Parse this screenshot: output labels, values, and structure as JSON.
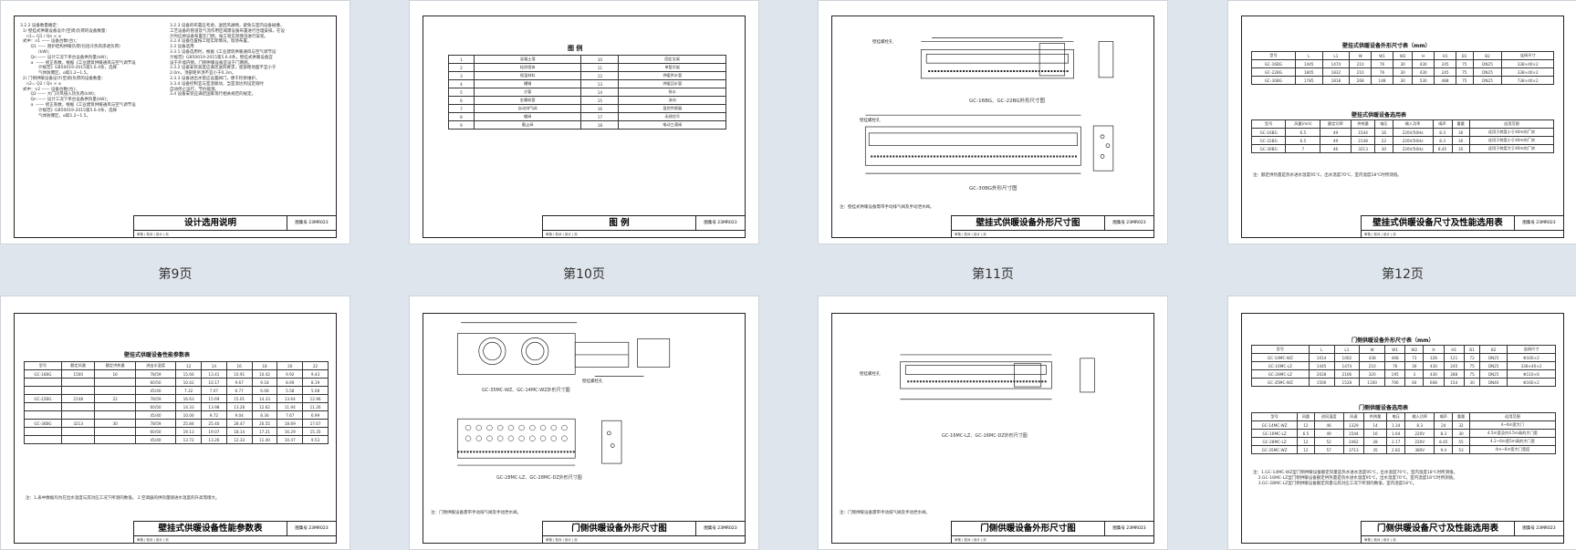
{
  "labels": [
    "第9页",
    "第10页",
    "第11页",
    "第12页"
  ],
  "pages": [
    {
      "title": "设计选用说明",
      "atlas": "23MR023",
      "num": "5"
    },
    {
      "title": "图 例",
      "atlas": "23MR023",
      "num": "6"
    },
    {
      "title": "壁挂式供暖设备外形尺寸图",
      "atlas": "23MR023",
      "num": "7"
    },
    {
      "title": "壁挂式供暖设备尺寸及性能选用表",
      "atlas": "23MR023",
      "num": "8"
    },
    {
      "title": "壁挂式供暖设备性能参数表",
      "atlas": "23MR023",
      "num": "9"
    },
    {
      "title": "门侧供暖设备外形尺寸图",
      "atlas": "23MR023",
      "num": "10"
    },
    {
      "title": "门侧供暖设备外形尺寸图",
      "atlas": "23MR023",
      "num": "11"
    },
    {
      "title": "门侧供暖设备尺寸及性能选用表",
      "atlas": "23MR023",
      "num": "12"
    }
  ],
  "tb_atlas_label": "图集号",
  "tb_row": "审核 | 校对 | 设计 | 页",
  "p9": {
    "left": "3.2.2 设备数量确定：\n  1) 壁挂式供暖设备设计(空调)负荷的设备数量：\n     n1= Q1 / Qn × α\n  式中：n1 —— 设备台数(台)；\n        Q1 —— 围护结构供暖负荷(包括冷热风渗透负荷)\n              (kW)；\n        Qn —— 设计工况下单台设备供热量(kW)；\n        α  —— 修正系数，根据《工业建筑供暖通风与空气调节设\n              计规范》GB50019-2015第5.6.4条，选择\n              气体防爆区，α取1.2~1.5。\n  2) 门侧供暖设备设计(空调)负荷的设备数量：\n     n2= Q2 / Qn × α\n  式中：n2 —— 设备台数(台)；\n        Q2 —— 大门冷风侵入热负荷(kW)；\n        Qn —— 设计工况下单台设备供热量(kW)；\n        α  —— 修正系数，根据《工业建筑供暖通风与空气调节设\n              计规范》GB50019-2015第5.6.4条，选择\n              气体防爆区，α取1.2~1.5。",
    "right": "3.2.3 设备的布置应考虑，送回风通畅，避免与室内设备碰撞，\n工艺设备的管道及气流作用区域需设备布置进行合理安排，在设\n计时应将设备布置在门侧，按工程实际情况进行安装。\n3.2.4 设备位置按工程实际情况，现场布置。\n3.3 设备选用\n3.3.1 设备选用时，根据《工业建筑供暖通风与空气调节设\n计规范》GB50019-2015第5.6.4条，壁挂式供暖设备宜\n设于外墙内侧，门侧供暖设备宜设于门两侧。\n3.3.2 设备安装高度应满足送风要求，底部距地面不宜小于\n2.0m，顶部距吊顶不宜小于0.3m。\n3.3.3 设备进出水管应设置阀门，便于检修维护。\n3.3.4 设备控制宜与室温联动，当室温达到设定值时\n自动停止运行，节约能源。\n3.4 设备安装应满足国家现行相关规范的规定。"
  },
  "p10": {
    "table_title": "图   例",
    "rows": [
      [
        "1",
        "混凝土墙",
        "10",
        "固定支架"
      ],
      [
        "2",
        "轻质墙体",
        "11",
        "单管吊架"
      ],
      [
        "3",
        "保温材料",
        "12",
        "供暖供水管"
      ],
      [
        "4",
        "槽钢",
        "13",
        "供暖回水管"
      ],
      [
        "5",
        "方管",
        "14",
        "排水"
      ],
      [
        "6",
        "金属软管",
        "15",
        "流向"
      ],
      [
        "7",
        "自动排气阀",
        "16",
        "温控传感器"
      ],
      [
        "8",
        "蝶阀",
        "17",
        "无线信号"
      ],
      [
        "9",
        "截止阀",
        "18",
        "电动三通阀"
      ]
    ]
  },
  "p11": {
    "caption1": "GC-16BG、GC-22BG外形尺寸图",
    "caption2": "GC-30BG外形尺寸图",
    "label1": "壁挂螺栓孔",
    "label2": "壁挂螺栓孔",
    "note": "注：壁挂式供暖设备需带手动排气阀及手动泄水阀。"
  },
  "p12": {
    "t1": "壁挂式供暖设备外形尺寸表（mm）",
    "t1h": [
      "型号",
      "L",
      "L1",
      "W",
      "W1",
      "W2",
      "H",
      "H1",
      "B1",
      "B2",
      "连接尺寸"
    ],
    "t1r": [
      [
        "GC-16BG",
        "1445",
        "1474",
        "210",
        "76",
        "30",
        "430",
        "245",
        "75",
        "DN25",
        "338×40×2"
      ],
      [
        "GC-22BG",
        "1805",
        "1832",
        "210",
        "76",
        "30",
        "430",
        "245",
        "75",
        "DN25",
        "338×40×2"
      ],
      [
        "GC-30BG",
        "1785",
        "1818",
        "268",
        "148",
        "30",
        "530",
        "488",
        "75",
        "DN25",
        "738×40×2"
      ]
    ],
    "t2": "壁挂式供暖设备选用表",
    "t2h": [
      "型号",
      "风量(m/s)",
      "额定功率",
      "供热量",
      "电压",
      "输入功率",
      "噪声",
      "重量",
      "适用范围"
    ],
    "t2r": [
      [
        "GC-16BG",
        "6.5",
        "49",
        "1544",
        "16",
        "220V/50Hz",
        "8.3",
        "30",
        "适用于跨度小于40m的厂房"
      ],
      [
        "GC-22BG",
        "6.5",
        "49",
        "2148",
        "22",
        "220V/50Hz",
        "8.3",
        "30",
        "适用于跨度小于40m的厂房"
      ],
      [
        "GC-30BG",
        "7",
        "46",
        "3213",
        "30",
        "220V/50Hz",
        "8.45",
        "35",
        "适用于跨度大于40m的厂房"
      ]
    ],
    "note": "注：额定供热量是热水进水温度95℃，出水温度70℃，室内温度18℃时所测值。"
  },
  "p13": {
    "t": "壁挂式供暖设备性能参数表",
    "h": [
      "型号",
      "额定风量",
      "额定供热量",
      "进出水温度",
      "12",
      "14",
      "16",
      "18",
      "20",
      "22"
    ],
    "rows": [
      [
        "GC-16BG",
        "1500",
        "16",
        "78/59",
        "15.66",
        "13.41",
        "10.91",
        "10.42",
        "9.92",
        "9.43"
      ],
      [
        "",
        "",
        "",
        "60/50",
        "10.42",
        "10.17",
        "9.67",
        "9.18",
        "8.69",
        "8.19"
      ],
      [
        "",
        "",
        "",
        "45/40",
        "7.32",
        "7.07",
        "6.77",
        "6.08",
        "5.58",
        "5.08"
      ],
      [
        "GC-22BG",
        "2148",
        "22",
        "78/59",
        "16.63",
        "15.69",
        "15.01",
        "14.33",
        "13.64",
        "12.96"
      ],
      [
        "",
        "",
        "",
        "60/50",
        "14.33",
        "13.98",
        "13.28",
        "12.62",
        "11.94",
        "11.26"
      ],
      [
        "",
        "",
        "",
        "45/40",
        "10.06",
        "9.72",
        "9.04",
        "8.36",
        "7.67",
        "6.99"
      ],
      [
        "GC-30BG",
        "3213",
        "30",
        "78/59",
        "25.84",
        "25.40",
        "28.47",
        "20.55",
        "18.69",
        "17.67"
      ],
      [
        "",
        "",
        "",
        "60/50",
        "19.13",
        "19.07",
        "18.14",
        "17.21",
        "16.29",
        "15.35"
      ],
      [
        "",
        "",
        "",
        "45/40",
        "13.72",
        "13.26",
        "12.33",
        "11.40",
        "10.47",
        "9.53"
      ]
    ],
    "note": "注：1.表中数据均为在出水温度与其对应工况下所测的数值。 2.空调器的供热量随进水温度的升高而增大。"
  },
  "p14": {
    "caption1": "GC-35MC-WZ、GC-14MC-WZ外形尺寸图",
    "caption2": "GC-28MC-LZ、GC-28MC-DZ外形尺寸图",
    "label": "壁挂螺栓孔",
    "note": "注：门侧供暖设备需带手动排气阀及手动泄水阀。"
  },
  "p15": {
    "caption": "GC-16MC-LZ、GC-16MC-DZ外形尺寸图",
    "label": "壁挂螺栓孔",
    "note": "注：门侧供暖设备需带手动排气阀及手动泄水阀。"
  },
  "p16": {
    "t1": "门侧供暖设备外形尺寸表（mm）",
    "t1h": [
      "型号",
      "L",
      "L1",
      "W",
      "W1",
      "W2",
      "H",
      "H1",
      "B1",
      "B2",
      "连接尺寸"
    ],
    "t1r": [
      [
        "GC-14MC-WZ",
        "1014",
        "1002",
        "438",
        "468",
        "73",
        "328",
        "121",
        "72",
        "DN25",
        "Φ100×2"
      ],
      [
        "GC-16MC-LZ",
        "1445",
        "1474",
        "210",
        "76",
        "30",
        "430",
        "245",
        "75",
        "DN25",
        "338×40×2"
      ],
      [
        "GC-28MC-LZ",
        "2028",
        "2106",
        "320",
        "195",
        "3",
        "430",
        "288",
        "75",
        "DN25",
        "Φ110×6"
      ],
      [
        "GC-35MC-WZ",
        "1500",
        "1528",
        "1100",
        "706",
        "60",
        "608",
        "154",
        "30",
        "DN40",
        "Φ160×2"
      ]
    ],
    "t2": "门侧供暖设备选用表",
    "t2h": [
      "型号",
      "风量",
      "进风温度",
      "风速",
      "供热量",
      "电压",
      "输入功率",
      "噪声",
      "重量",
      "适用范围"
    ],
    "t2r": [
      [
        "GC-14MC-WZ",
        "12",
        "46",
        "1329",
        "14",
        "1.34",
        "8.3",
        "24",
        "32",
        "4~6m宽大门"
      ],
      [
        "GC-16MC-LZ",
        "6.5",
        "49",
        "1544",
        "16",
        "1.64",
        "220V",
        "8.3",
        "30",
        "4.5m宽及约4.5m高的大门宽"
      ],
      [
        "GC-28MC-LZ",
        "12",
        "52",
        "2462",
        "28",
        "2.17",
        "220V",
        "8.45",
        "55",
        "4.2~6m宽5m高的大门宽"
      ],
      [
        "GC-35MC-WZ",
        "12",
        "57",
        "3713",
        "35",
        "2.82",
        "380V",
        "9.4",
        "53",
        "4m~6m宽大门宽度"
      ]
    ],
    "note": "注：1.GC-14MC-WZ型门侧供暖设备额定风量是热水进水温度95℃，出水温度70℃，室内温度18℃时所测值。\n    2.GC-16MC-LZ型门侧供暖设备额定供热量是热水进水温度95℃，出水温度70℃，室内温度18℃时所测值。\n    3.GC-28MC-LZ型门侧供暖设备额定风量与其对应工况下所测的数值，室内温度18℃。"
  }
}
